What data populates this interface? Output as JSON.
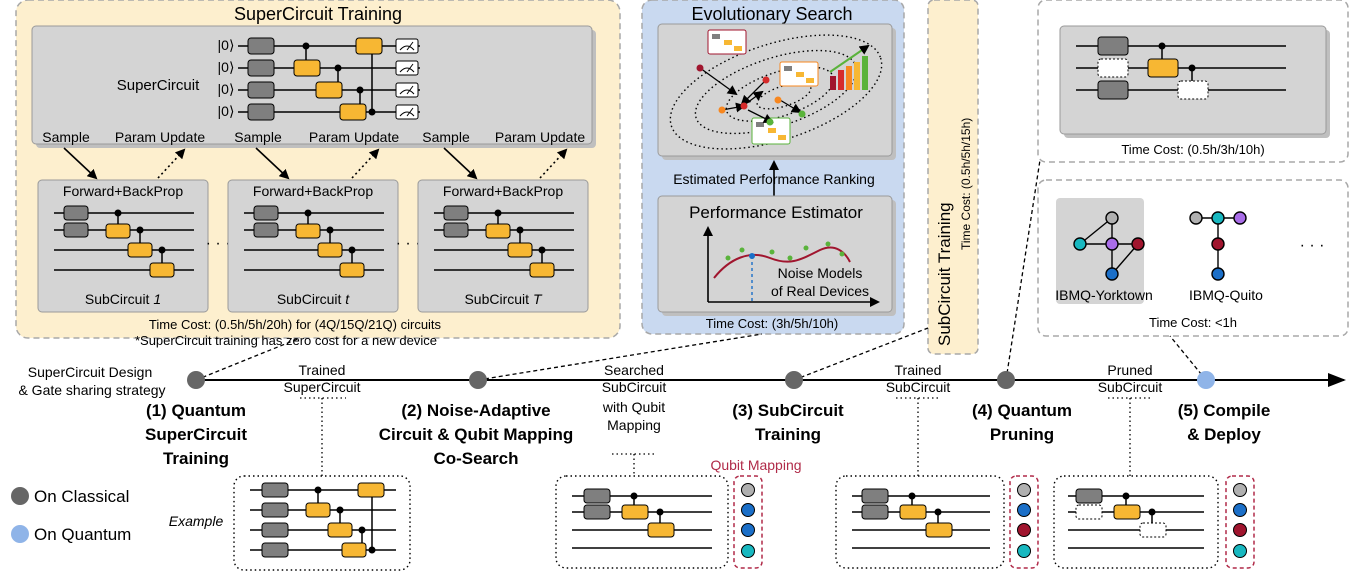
{
  "training": {
    "title": "SuperCircuit Training",
    "supercircuit_label": "SuperCircuit",
    "kets": [
      "|0⟩",
      "|0⟩",
      "|0⟩",
      "|0⟩"
    ],
    "sample_label": "Sample",
    "param_update_label": "Param Update",
    "forward_label": "Forward+BackProp",
    "subcircuits": [
      {
        "name": "SubCircuit",
        "index": "1"
      },
      {
        "name": "SubCircuit",
        "index": "t"
      },
      {
        "name": "SubCircuit",
        "index": "T"
      }
    ],
    "ellipsis": "· · ·",
    "time_cost": "Time Cost: (0.5h/5h/20h) for (4Q/15Q/21Q) circuits",
    "note": "*SuperCircuit training has zero cost for a new device"
  },
  "evolution": {
    "title": "Evolutionary Search",
    "ranking_label": "Estimated Performance Ranking",
    "estimator_title": "Performance Estimator",
    "noise_label_1": "Noise Models",
    "noise_label_2": "of Real Devices",
    "time_cost": "Time Cost: (3h/5h/10h)"
  },
  "subcircuit_training": {
    "title": "SubCircuit Training",
    "time_cost": "Time Cost: (0.5h/5h/15h)"
  },
  "pruning_box": {
    "time_cost": "Time Cost: (0.5h/3h/10h)"
  },
  "compile_box": {
    "device_1": "IBMQ-Yorktown",
    "device_2": "IBMQ-Quito",
    "ellipsis": "· · ·",
    "time_cost": "Time Cost: <1h"
  },
  "pipeline": {
    "start_label_1": "SuperCircuit Design",
    "start_label_2": "& Gate sharing strategy",
    "edge_labels": [
      [
        "Trained",
        "SuperCircuit"
      ],
      [
        "Searched",
        "SubCircuit",
        "with Qubit",
        "Mapping"
      ],
      [
        "Trained",
        "SubCircuit"
      ],
      [
        "Pruned",
        "SubCircuit"
      ]
    ],
    "stages": [
      [
        "(1) Quantum",
        "SuperCircuit",
        "Training"
      ],
      [
        "(2) Noise-Adaptive",
        "Circuit & Qubit Mapping",
        "Co-Search"
      ],
      [
        "(3) SubCircuit",
        "Training"
      ],
      [
        "(4) Quantum",
        "Pruning"
      ],
      [
        "(5) Compile",
        "& Deploy"
      ]
    ],
    "qubit_mapping_label": "Qubit Mapping",
    "example_label": "Example"
  },
  "legend": {
    "classical": "On Classical",
    "quantum": "On Quantum"
  },
  "colors": {
    "yellow_bg": "#fdefce",
    "blue_bg": "#c9d9f0",
    "gate_yellow": "#f7b733",
    "gate_gray": "#7f7f7f",
    "panel_gray": "#d4d4d4",
    "node_gray": "#666666",
    "node_blue": "#8fb4e8",
    "qubit_red": "#a0152e",
    "qubit_teal": "#18b8c0",
    "qubit_blue": "#1b6fc8",
    "qubit_purple": "#a96de8",
    "qubit_gray": "#b0b0b0",
    "dashed_red": "#b02a48"
  }
}
